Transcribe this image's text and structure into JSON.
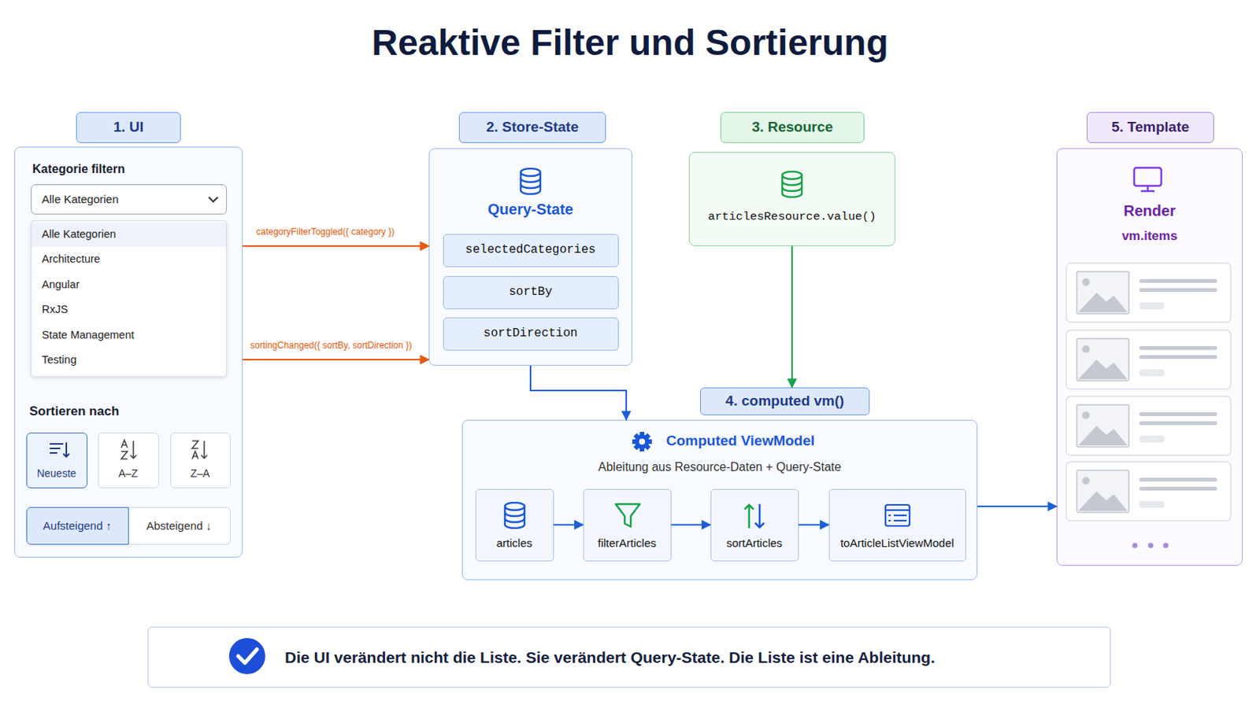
{
  "diagram": {
    "title": "Reaktive Filter und Sortierung",
    "nodes": [
      {
        "text": [
          "1. UI",
          "Kategorie filtern",
          "Sortieren nach"
        ]
      },
      {
        "text": [
          "Alle Kategorien"
        ],
        "in": 0
      },
      {
        "text": [
          "Alle Kategorien",
          "Architecture",
          "Angular",
          "RxJS",
          "State Management",
          "Testing"
        ],
        "in": 0
      },
      {
        "text": [
          "Neueste"
        ],
        "in": 0
      },
      {
        "text": [
          "A–Z"
        ],
        "in": 0
      },
      {
        "text": [
          "Z–A"
        ],
        "in": 0
      },
      {
        "text": [
          "Aufsteigend ↑"
        ],
        "in": 0
      },
      {
        "text": [
          "Absteigend ↓"
        ],
        "in": 0
      },
      {
        "text": [
          "2. Store-State",
          "Query-State"
        ]
      },
      {
        "text": [
          "selectedCategories"
        ],
        "in": 8
      },
      {
        "text": [
          "sortBy"
        ],
        "in": 8
      },
      {
        "text": [
          "sortDirection"
        ],
        "in": 8
      },
      {
        "text": [
          "3. Resource",
          "articlesResource.value()"
        ]
      },
      {
        "text": [
          "4. computed vm()",
          "Computed ViewModel",
          "Ableitung aus Resource-Daten + Query-State"
        ]
      },
      {
        "text": [
          "articles"
        ],
        "in": 13
      },
      {
        "text": [
          "filterArticles"
        ],
        "in": 13
      },
      {
        "text": [
          "sortArticles"
        ],
        "in": 13
      },
      {
        "text": [
          "toArticleListViewModel"
        ],
        "in": 13
      },
      {
        "text": [
          "5. Template",
          "Render",
          "vm.items"
        ]
      },
      {
        "text": [
          "Die UI verändert nicht die Liste. Sie verändert Query-State. Die Liste ist eine Ableitung."
        ]
      }
    ],
    "edges": [
      {
        "from": 0,
        "to": 8,
        "label": "categoryFilterToggled({ category })",
        "arrow": "to"
      },
      {
        "from": 0,
        "to": 8,
        "label": "sortingChanged({ sortBy, sortDirection })",
        "arrow": "to"
      },
      {
        "from": 8,
        "to": 13,
        "arrow": "to"
      },
      {
        "from": 12,
        "to": 13,
        "arrow": "to"
      },
      {
        "from": 14,
        "to": 15,
        "arrow": "to"
      },
      {
        "from": 15,
        "to": 16,
        "arrow": "to"
      },
      {
        "from": 16,
        "to": 17,
        "arrow": "to"
      },
      {
        "from": 13,
        "to": 18,
        "arrow": "to"
      }
    ]
  }
}
